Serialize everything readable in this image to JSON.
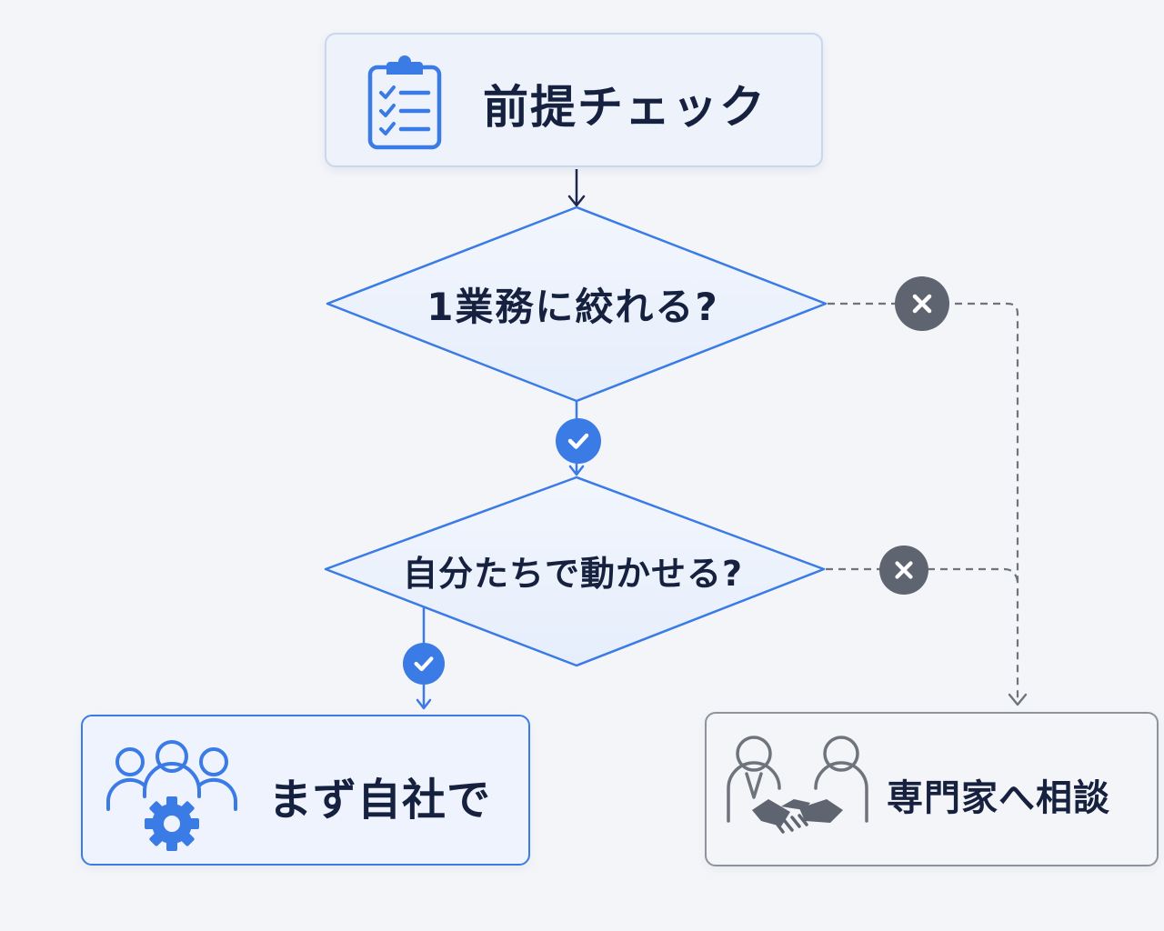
{
  "diagram": {
    "start": {
      "label": "前提チェック",
      "icon": "clipboard-checklist-icon"
    },
    "question1": {
      "label": "1業務に絞れる?"
    },
    "question2": {
      "label": "自分たちで動かせる?"
    },
    "yes_outcome": {
      "label": "まず自社で",
      "icon": "team-gear-icon"
    },
    "no_outcome": {
      "label": "専門家へ相談",
      "icon": "handshake-consult-icon"
    },
    "badges": {
      "yes_icon": "check-icon",
      "no_icon": "cross-icon"
    }
  },
  "colors": {
    "accent_blue": "#3b7be6",
    "no_gray": "#5f6570",
    "text_dark": "#16213f",
    "background": "#f4f5f9"
  }
}
